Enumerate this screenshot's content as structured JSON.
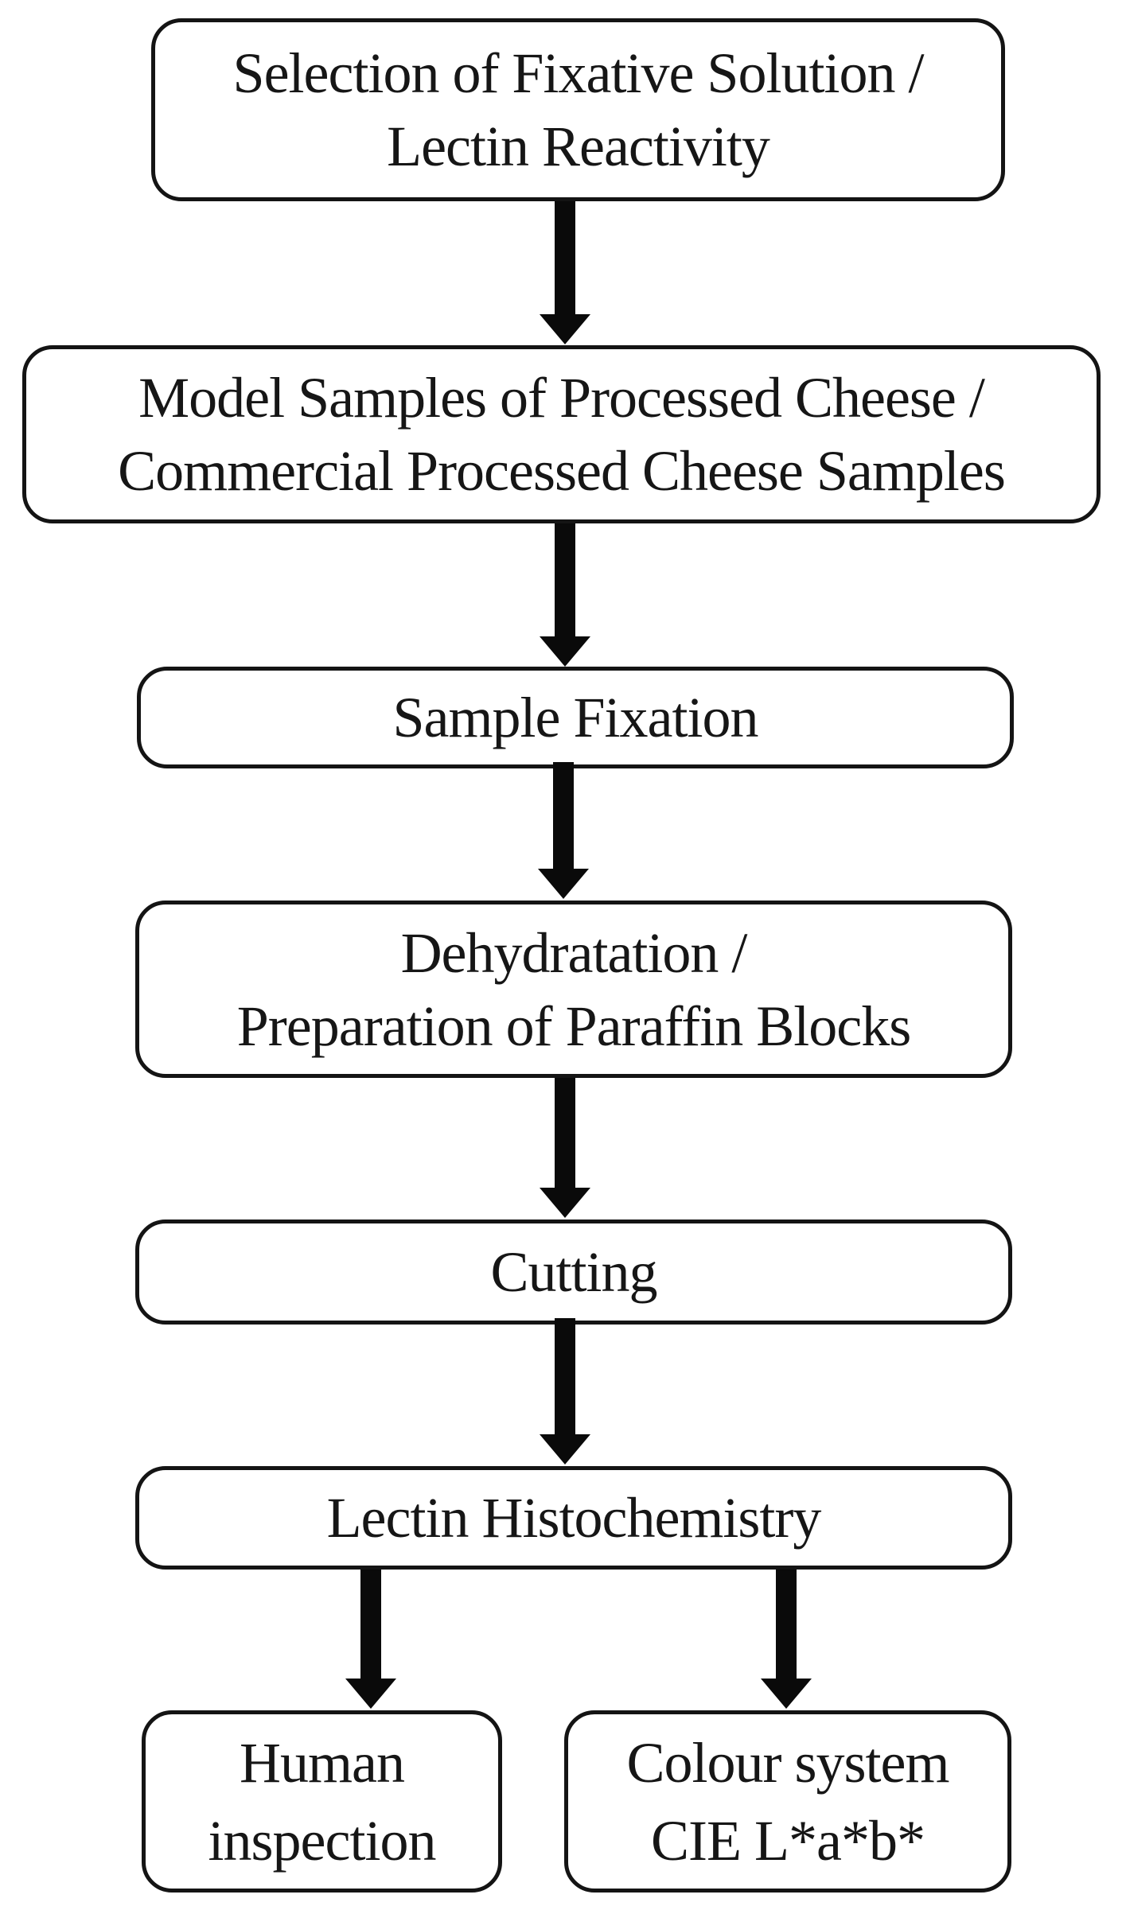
{
  "figure_type": "flowchart",
  "colors": {
    "background": "#ffffff",
    "box_border": "#141414",
    "text": "#161616",
    "arrow": "#0a0a0a"
  },
  "flowchart": {
    "nodes": [
      {
        "id": "selection-fixative",
        "lines": [
          "Selection of Fixative Solution /",
          "Lectin Reactivity"
        ]
      },
      {
        "id": "model-samples",
        "lines": [
          "Model Samples of Processed Cheese /",
          "Commercial Processed Cheese Samples"
        ]
      },
      {
        "id": "sample-fixation",
        "lines": [
          "Sample Fixation"
        ]
      },
      {
        "id": "dehydratation",
        "lines": [
          "Dehydratation /",
          "Preparation of Paraffin Blocks"
        ]
      },
      {
        "id": "cutting",
        "lines": [
          "Cutting"
        ]
      },
      {
        "id": "lectin-histochemistry",
        "lines": [
          "Lectin Histochemistry"
        ]
      },
      {
        "id": "human-inspection",
        "lines": [
          "Human",
          "inspection"
        ]
      },
      {
        "id": "colour-system",
        "lines": [
          "Colour system",
          "CIE L*a*b*"
        ]
      }
    ],
    "edges": [
      {
        "from": "selection-fixative",
        "to": "model-samples"
      },
      {
        "from": "model-samples",
        "to": "sample-fixation"
      },
      {
        "from": "sample-fixation",
        "to": "dehydratation"
      },
      {
        "from": "dehydratation",
        "to": "cutting"
      },
      {
        "from": "cutting",
        "to": "lectin-histochemistry"
      },
      {
        "from": "lectin-histochemistry",
        "to": "human-inspection"
      },
      {
        "from": "lectin-histochemistry",
        "to": "colour-system"
      }
    ]
  }
}
